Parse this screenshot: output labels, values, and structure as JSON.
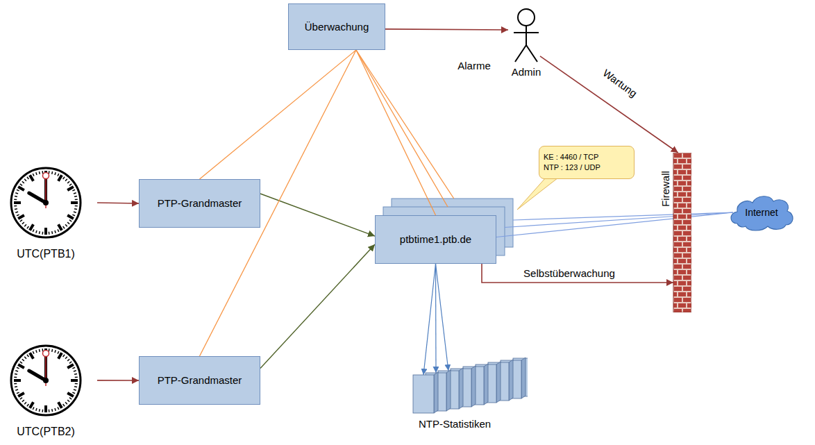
{
  "diagram": {
    "nodes": [
      {
        "text": [
          "Überwachung"
        ]
      },
      {
        "text": [
          "Admin"
        ]
      },
      {
        "text": [
          "UTC(PTB1)"
        ]
      },
      {
        "text": [
          "PTP-Grandmaster"
        ]
      },
      {
        "text": [
          "ptbtime1.ptb.de"
        ]
      },
      {
        "text": [
          "KE : 4460 / TCP",
          "NTP : 123 / UDP"
        ]
      },
      {
        "text": [
          "Firewall"
        ]
      },
      {
        "text": [
          "Internet"
        ]
      },
      {
        "text": [
          "UTC(PTB2)"
        ]
      },
      {
        "text": [
          "PTP-Grandmaster"
        ]
      },
      {
        "text": [
          "NTP-Statistiken"
        ]
      }
    ],
    "edges": [
      {
        "from": 0,
        "to": 1,
        "arrow": "to",
        "label": "Alarme"
      },
      {
        "from": 1,
        "to": 6,
        "arrow": "to",
        "label": "Wartung"
      },
      {
        "from": 2,
        "to": 3,
        "arrow": "to"
      },
      {
        "from": 8,
        "to": 9,
        "arrow": "to"
      },
      {
        "from": 3,
        "to": 4,
        "arrow": "to"
      },
      {
        "from": 9,
        "to": 4,
        "arrow": "to"
      },
      {
        "from": 0,
        "to": 3,
        "arrow": "none"
      },
      {
        "from": 0,
        "to": 9,
        "arrow": "none"
      },
      {
        "from": 0,
        "to": 4,
        "arrow": "none"
      },
      {
        "from": 0,
        "to": 4,
        "arrow": "none"
      },
      {
        "from": 0,
        "to": 4,
        "arrow": "none"
      },
      {
        "from": 4,
        "to": 7,
        "arrow": "none"
      },
      {
        "from": 4,
        "to": 7,
        "arrow": "none"
      },
      {
        "from": 4,
        "to": 7,
        "arrow": "none"
      },
      {
        "from": 4,
        "to": 6,
        "arrow": "to",
        "label": "Selbstüberwachung"
      },
      {
        "from": 4,
        "to": 10,
        "arrow": "to"
      },
      {
        "from": 4,
        "to": 10,
        "arrow": "to"
      },
      {
        "from": 4,
        "to": 10,
        "arrow": "to"
      }
    ]
  }
}
